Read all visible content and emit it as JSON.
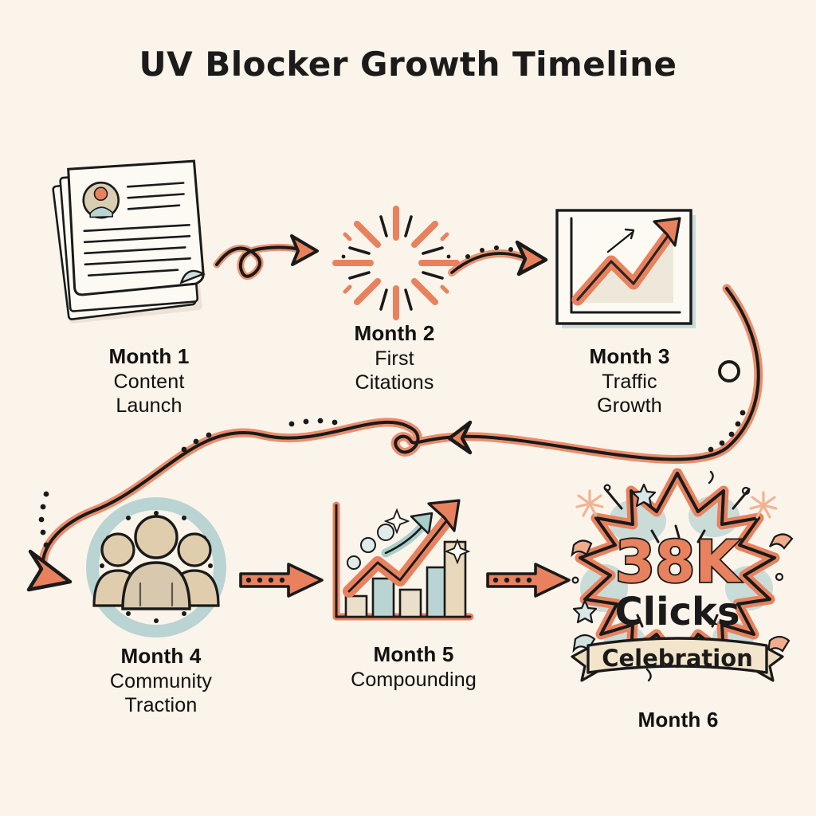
{
  "page": {
    "title": "UV Blocker Growth Timeline",
    "background_color": "#FBF4EA",
    "accent_color": "#E8825E",
    "teal_color": "#AFD4D0",
    "ink_color": "#1A1A1A",
    "sand_color": "#E2CFAE",
    "style": "hand-drawn sketch infographic"
  },
  "steps": [
    {
      "id": "month-1",
      "month": "Month 1",
      "desc_line_1": "Content",
      "desc_line_2": "Launch",
      "icon": "stacked-documents-icon",
      "row": 1,
      "column": 1
    },
    {
      "id": "month-2",
      "month": "Month 2",
      "desc_line_1": "First",
      "desc_line_2": "Citations",
      "icon": "sparkle-burst-icon",
      "row": 1,
      "column": 2
    },
    {
      "id": "month-3",
      "month": "Month 3",
      "desc_line_1": "Traffic",
      "desc_line_2": "Growth",
      "icon": "line-chart-arrow-up-icon",
      "row": 1,
      "column": 3
    },
    {
      "id": "month-4",
      "month": "Month 4",
      "desc_line_1": "Community",
      "desc_line_2": "Traction",
      "icon": "people-group-circle-icon",
      "row": 2,
      "column": 1
    },
    {
      "id": "month-5",
      "month": "Month 5",
      "desc_line_1": "Compounding",
      "desc_line_2": "",
      "icon": "bar-chart-growth-arrow-icon",
      "row": 2,
      "column": 2
    },
    {
      "id": "month-6",
      "month": "Month 6",
      "desc_line_1": "",
      "desc_line_2": "",
      "icon": "celebration-burst-icon",
      "row": 2,
      "column": 3,
      "headline_number": "38K",
      "headline_unit": "Clicks",
      "banner_text": "Celebration"
    }
  ],
  "connectors": [
    {
      "id": "connector-1-to-2",
      "from": "month-1",
      "to": "month-2",
      "style": "looping-curly-arrow",
      "direction": "right"
    },
    {
      "id": "connector-2-to-3",
      "from": "month-2",
      "to": "month-3",
      "style": "dotted-curved-arrow",
      "direction": "right"
    },
    {
      "id": "connector-3-to-4",
      "from": "month-3",
      "to": "month-4",
      "style": "long-s-curve-wrap-arrow",
      "direction": "down-left"
    },
    {
      "id": "connector-4-to-5",
      "from": "month-4",
      "to": "month-5",
      "style": "dotted-straight-arrow",
      "direction": "right"
    },
    {
      "id": "connector-5-to-6",
      "from": "month-5",
      "to": "month-6",
      "style": "dotted-straight-arrow",
      "direction": "right"
    }
  ]
}
